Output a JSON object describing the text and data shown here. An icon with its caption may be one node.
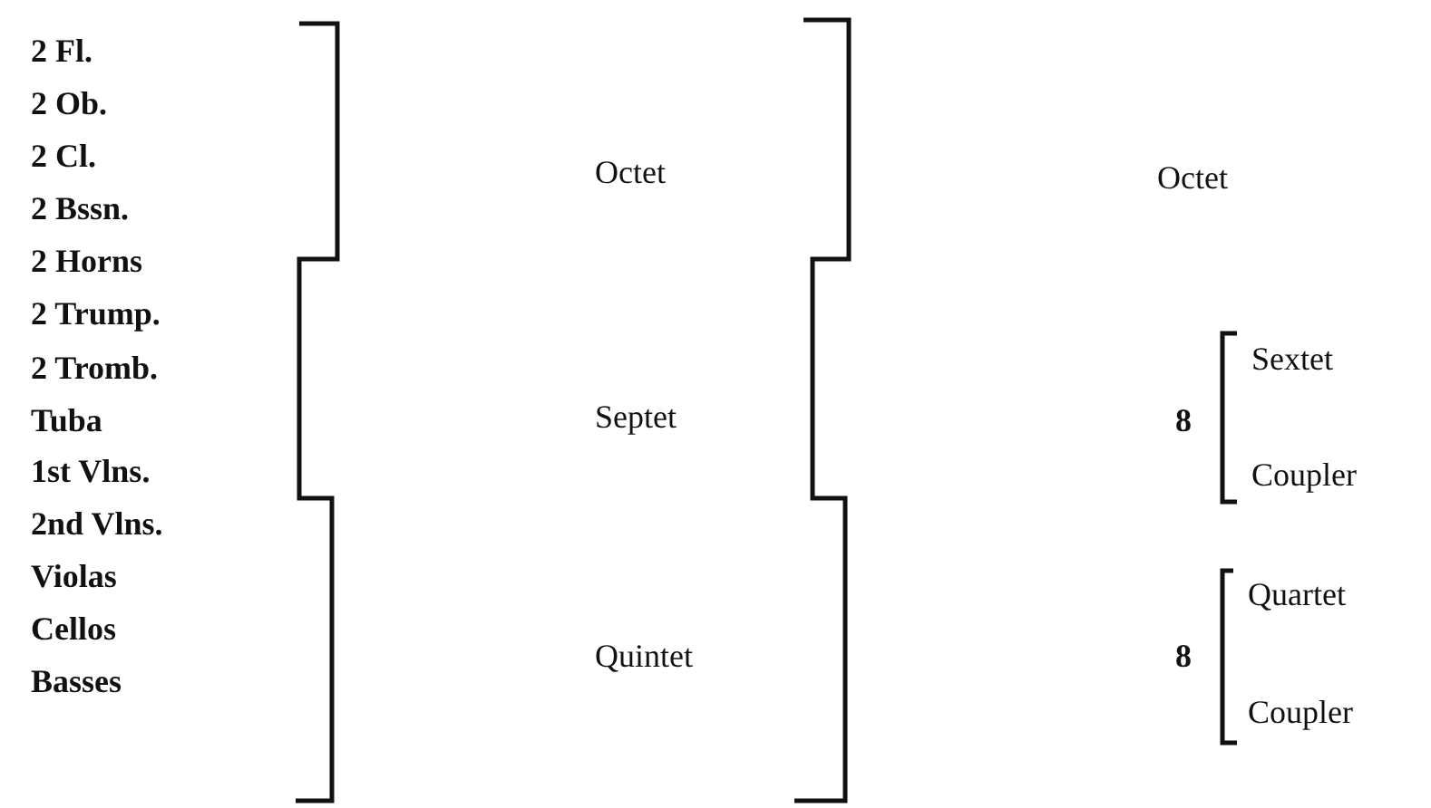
{
  "diagram": {
    "labels": [
      "2 Fl.",
      "2 Ob.",
      "2 Cl.",
      "2 Bssn.",
      "2 Horns",
      "2 Trump.",
      "2 Tromb.",
      "Tuba",
      "1st Vlns.",
      "2nd Vlns.",
      "Violas",
      "Cellos",
      "Basses",
      "Octet",
      "Septet",
      "Quintet",
      "Octet",
      "8",
      "Sextet",
      "Coupler",
      "8",
      "Quartet",
      "Coupler"
    ]
  }
}
